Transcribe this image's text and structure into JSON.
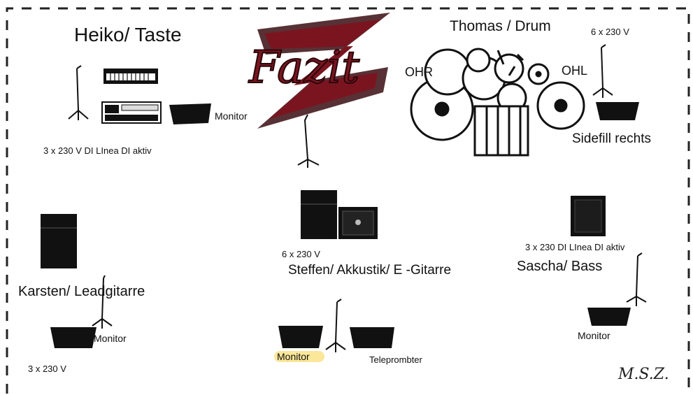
{
  "title": "Fazit",
  "musicians": {
    "keys": {
      "name": "Heiko/ Taste",
      "power": "3 x 230 V DI LInea  DI aktiv",
      "monitor": "Monitor"
    },
    "drums": {
      "name": "Thomas / Drum",
      "power": "6  x 230 V",
      "ohr": "OHR",
      "ohl": "OHL",
      "sidefill": "Sidefill rechts"
    },
    "lead": {
      "name": "Karsten/ Leadgitarre",
      "power": "3 x 230 V",
      "monitor": "Monitor"
    },
    "guitar": {
      "name": "Steffen/ Akkustik/ E -Gitarre",
      "power": "6 x 230 V",
      "monitor": "Monitor",
      "teleprompter": "Teleprombter"
    },
    "bass": {
      "name": "Sascha/ Bass",
      "power": "3 x 230 DI LInea  DI aktiv",
      "monitor": "Monitor"
    }
  },
  "signature": "M.S.Z.",
  "colors": {
    "logo_red": "#7a1520",
    "ink": "#111111",
    "highlight": "#fbe79a"
  }
}
